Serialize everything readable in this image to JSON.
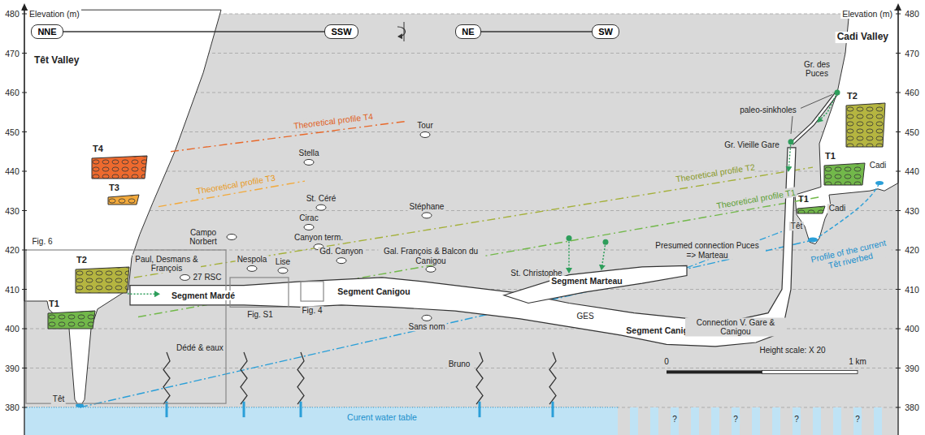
{
  "diagram": {
    "nodes": [
      {
        "text": [
          "NNE"
        ]
      },
      {
        "text": [
          "SSW"
        ]
      },
      {
        "text": [
          "NE"
        ]
      },
      {
        "text": [
          "SW"
        ]
      },
      {
        "text": [
          "T4"
        ]
      },
      {
        "text": [
          "T3"
        ]
      },
      {
        "text": [
          "T2"
        ]
      },
      {
        "text": [
          "T1"
        ]
      },
      {
        "text": [
          "T2"
        ]
      },
      {
        "text": [
          "T1"
        ]
      },
      {
        "text": [
          "T1"
        ]
      }
    ],
    "edges": [
      {
        "from": 0,
        "to": 1,
        "arrow": "none"
      },
      {
        "from": 2,
        "to": 3,
        "arrow": "none"
      }
    ],
    "labels": [
      "Elevation (m)",
      "Elevation (m)",
      "480",
      "470",
      "460",
      "450",
      "440",
      "430",
      "420",
      "410",
      "400",
      "390",
      "380",
      "480",
      "470",
      "460",
      "450",
      "440",
      "430",
      "420",
      "410",
      "400",
      "390",
      "380",
      "Têt Valley",
      "Cadi Valley",
      "Theoretical profile T4",
      "Theoretical profile T3",
      "Theoretical profile T2",
      "Theoretical profile T1",
      "Tour",
      "Stella",
      "St. Céré",
      "Cirac",
      "Stéphane",
      "Canyon term.",
      "Gd. Canyon",
      "Campo Norbert",
      "Nespola",
      "Lise",
      "Paul, Desmans & François",
      "27 RSC",
      "Segment Mardé",
      "Fig. 6",
      "Fig. S1",
      "Fig. 4",
      "Gal. François & Balcon du Canigou",
      "St. Christophe",
      "Segment Marteau",
      "Segment Canigou",
      "Segment Canigou",
      "GES",
      "Sans nom",
      "Dédé & eaux",
      "Têt",
      "Bruno",
      "Curent water table",
      "?",
      "?",
      "?",
      "?",
      "Presumed connection Puces => Marteau",
      "Connection V. Gare & Canigou",
      "Gr. des Puces",
      "paleo-sinkholes",
      "Gr. Vieille Gare",
      "Cadi",
      "Cadi",
      "Têt",
      "Profile of the current Têt riverbed",
      "0",
      "1 km",
      "Height scale: X 20"
    ]
  }
}
